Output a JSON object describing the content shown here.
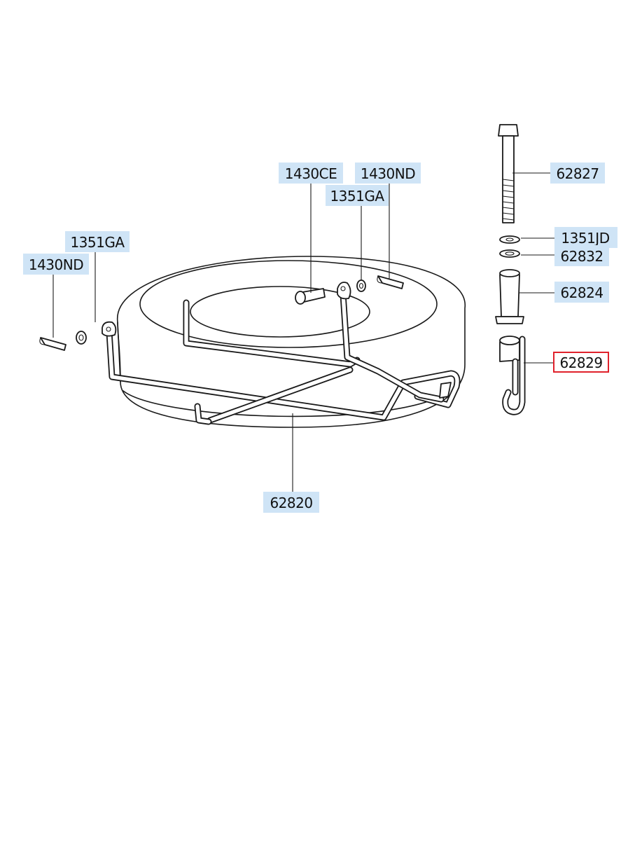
{
  "labels": {
    "c1430ce": "1430CE",
    "c1430nd_top": "1430ND",
    "c1351ga_top": "1351GA",
    "c1351ga_left": "1351GA",
    "c1430nd_left": "1430ND",
    "c62827": "62827",
    "c1351jd": "1351JD",
    "c62832": "62832",
    "c62824": "62824",
    "c62829": "62829",
    "c62820": "62820"
  },
  "selected_part": "62829",
  "colors": {
    "label_fill": "#cfe4f6",
    "selected_border": "#e0212b",
    "line": "#1a1a1a"
  }
}
